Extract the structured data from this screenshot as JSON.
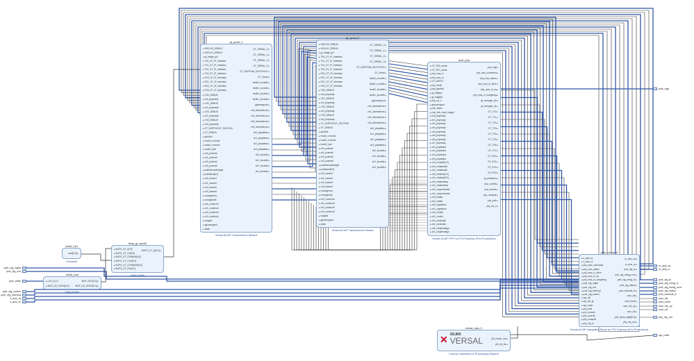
{
  "blocks": {
    "gt_quad_1": {
      "name": "gt_quad_1",
      "caption": "Versal ACAP Transceivers Wizard",
      "left": [
        "HSCLK0_DEBUG",
        "HSCLK1_DEBUG",
        "gt_bridge_ip0",
        "TX0_GT_IP_Interface",
        "TX1_GT_IP_Interface",
        "TX2_GT_IP_Interface",
        "TX3_GT_IP_Interface",
        "RX0_GT_IP_Interface",
        "RX1_GT_IP_Interface",
        "RX2_GT_IP_Interface",
        "RX3_GT_IP_Interface",
        "CH0_DEBUG",
        "ch0_phyready",
        "CH1_DEBUG",
        "ch1_phyready",
        "CH2_DEBUG",
        "ch2_phyready",
        "CH3_DEBUG",
        "ch3_phyready",
        "GT_NORTHOUT_SOUTHIN",
        "GT_DEBUG",
        "apb3clk",
        "hsclk0_rxrecclk",
        "hsclk1_rxrecclk",
        "hsclk0_lcpll",
        "ch0_pcierstb",
        "ch1_pcierstb",
        "ch2_pcierstb",
        "ch3_pcierstb",
        "pcielinkreachtarget",
        "pcieltssm[5:0]",
        "ch0_iloreset",
        "ch1_iloreset",
        "ch2_iloreset",
        "ch3_iloreset",
        "rxmarginreq",
        "rxmarginrclk",
        "ch0_rxcdrhold",
        "ch1_rxcdrhold",
        "ch2_rxcdrhold",
        "ch3_rxcdrhold",
        "bufgtrst",
        "gtpowergood",
        "altclk"
      ],
      "right": [
        "GT_SERIAL_0",
        "GT_SERIAL_1",
        "GT_SERIAL_2",
        "GT_SERIAL_3",
        "GT_NORTHIN_SOUTHOUT",
        "GT_Serial",
        "hsclk0_rxoutclk",
        "hsclk1_rxoutclk",
        "hsclk0_txoutclk",
        "hsclk1_txoutclk",
        "gtpowergood",
        "ch0_iloresetdone",
        "ch1_iloresetdone",
        "ch2_iloresetdone",
        "ch3_iloresetdone",
        "ch0_phystatus",
        "ch1_phystatus",
        "ch2_phystatus",
        "ch3_phystatus",
        "ch0_txoutclk",
        "ch1_txoutclk",
        "ch2_txoutclk",
        "ch3_txoutclk"
      ]
    },
    "gt_quad_0": {
      "name": "gt_quad_0",
      "caption": "Versal ACAP Transceivers Wizard",
      "left": [
        "HSCLK0_DEBUG",
        "HSCLK1_DEBUG",
        "gt_bridge_ip0",
        "TX0_GT_IP_Interface",
        "TX1_GT_IP_Interface",
        "TX2_GT_IP_Interface",
        "TX3_GT_IP_Interface",
        "RX0_GT_IP_Interface",
        "RX1_GT_IP_Interface",
        "RX2_GT_IP_Interface",
        "RX3_GT_IP_Interface",
        "CH0_DEBUG",
        "ch0_phyready",
        "CH1_DEBUG",
        "ch1_phyready",
        "CH2_DEBUG",
        "ch2_phyready",
        "CH3_DEBUG",
        "ch3_phyready",
        "GT_NORTHOUT_SOUTHIN",
        "GT_DEBUG",
        "apb3clk",
        "hsclk0_rxrecclk",
        "hsclk1_rxrecclk",
        "hsclk0_lcpll",
        "ch0_pcierstb",
        "ch1_pcierstb",
        "ch2_pcierstb",
        "ch3_pcierstb",
        "pcielinkreachtarget",
        "pcieltssm[5:0]",
        "ch0_iloreset",
        "ch1_iloreset",
        "ch2_iloreset",
        "ch3_iloreset",
        "rxmarginreq",
        "rxmarginrclk",
        "ch0_rxcdrhold",
        "ch1_rxcdrhold",
        "ch2_rxcdrhold",
        "ch3_rxcdrhold",
        "bufgtrst",
        "gtpowergood",
        "altclk"
      ],
      "right": [
        "GT_SERIAL_0",
        "GT_SERIAL_1",
        "GT_SERIAL_2",
        "GT_SERIAL_3",
        "GT_NORTHIN_SOUTHOUT",
        "GT_Serial",
        "hsclk0_rxoutclk",
        "hsclk1_rxoutclk",
        "hsclk0_txoutclk",
        "hsclk1_txoutclk",
        "gtpowergood",
        "ch0_iloresetdone",
        "ch1_iloresetdone",
        "ch2_iloresetdone",
        "ch3_iloresetdone",
        "ch0_phystatus",
        "ch1_phystatus",
        "ch2_phystatus",
        "ch3_phystatus",
        "ch0_txoutclk",
        "ch1_txoutclk",
        "ch2_txoutclk",
        "ch3_txoutclk"
      ]
    },
    "pcie_phy": {
      "name": "pcie_phy",
      "caption": "Versal ACAP PHY for PCI Express (Pre-Production)",
      "left": [
        "GT_RX0_serial",
        "GT_RX1_serial",
        "phy_mac_rx",
        "phy_mac_tx",
        "GT_BUFGT",
        "phy_refclk",
        "phy_gtrefclk",
        "gt_bufgtce",
        "gt_bufgtdiv",
        "phy_rst_n",
        "gtpowergood",
        "pcie_ltssm",
        "pcie_link_reach_target",
        "ch0_phyready",
        "ch1_phyready",
        "ch2_phyready",
        "ch3_phyready",
        "ch4_phyready",
        "ch5_phyready",
        "ch6_phyready",
        "ch7_phyready",
        "ch0_phystatus",
        "ch1_phystatus",
        "ch2_phystatus",
        "ch3_phystatus",
        "ch0_rxoutclk[1:0]",
        "ch0_rxdatavalid",
        "ch1_rxdatavalid",
        "ch0_rxstatus[2:0]",
        "ch1_rxstatus[2:0]",
        "ch0_rxstartofseq",
        "ch1_rxstartofseq",
        "ch0_rxsyncheader",
        "ch1_rxsyncheader",
        "ch0_txdata",
        "ch1_txdata",
        "ch0_rxgearbox",
        "ch1_rxgearbox",
        "ch0_rxvalid",
        "ch1_rxvalid",
        "ch0_rxelecidle",
        "ch1_rxelecidle",
        "ch0_rxbyterealign",
        "ch1_rxbyterealign"
      ],
      "right": [
        "pcie_mgt",
        "phy_mac_command",
        "phy_mac_status",
        "phy_mac_tx_drive",
        "phy_mac_tx_eq",
        "phy_mac_rx_margining",
        "gt_rxmargin_q0",
        "gt_rxmargin_q1",
        "GT_TX0",
        "GT_TX1",
        "GT_TX2",
        "GT_TX3",
        "GT_TX4",
        "GT_TX5",
        "GT_TX6",
        "GT_TX7",
        "GT_RX0",
        "GT_RX1",
        "GT_RX2",
        "GT_RX3",
        "gt_pcieltssm",
        "phy_coreclk",
        "phy_userclk",
        "phy_mcapclk",
        "phy_pclk",
        "phy_rst_n"
      ]
    },
    "pcie_versal_0": {
      "name": "pcie_versal_0",
      "caption": "Versal ACAP Integrated Block for PCI Express (Pre-Production)",
      "left": [
        "s_axis_rq",
        "s_axis_cc",
        "phy_mac_command",
        "phy_mac_status",
        "phy_mac_rx_drive",
        "phy_mac_tx_eq",
        "phy_mac_rx_margining",
        "pcie_cfg_mgmt",
        "pcie_cfg_mcl",
        "pcie_cfg_interrupt",
        "pcie_cfg_control",
        "sys_clk",
        "sys_clk_gt",
        "sys_reset",
        "phy_pclk",
        "phy_coreclk",
        "phy_userclk",
        "phy_mcapclk",
        "phy_rdy_in"
      ],
      "right": [
        "m_axis_cq",
        "m_axis_rc",
        "pcie_cfg_fc",
        "pcie_cfg_mesg_rcvd",
        "pcie_cfg_mesg_tx",
        "pcie_cfg_status",
        "pcie_transmit_fc",
        "user_clk",
        "user_reset",
        "user_lnk_up",
        "core_clk",
        "pcie_ltssm_state[5:0]",
        "phy_rdy_out"
      ]
    },
    "bufg_gt_sysclk": {
      "name": "bufg_gt_sysclk",
      "caption": "Utility Buffer",
      "left": [
        "BUFG_GT_I[0:0]",
        "BUFG_GT_CE[0:0]",
        "BUFG_GT_CEMASK[0:0]",
        "BUFG_GT_CLR[0:0]",
        "BUFG_GT_CLRMASK[0:0]",
        "BUFG_GT_DIV[2:0]"
      ],
      "right": [
        "BUFG_GT_O[0:0]"
      ]
    },
    "refclk_ibuf": {
      "name": "refclk_ibuf",
      "caption": "Utility Buffer",
      "left": [
        "CLK_IN_D",
        "IBUF_DS_ODIV2[0:0]"
      ],
      "right": [
        "IBUF_OUT[0:0]",
        "IBUF_DS_ODIV2[0:0]"
      ]
    },
    "const_1b1": {
      "name": "const_1b1",
      "caption": "Constant",
      "left": [],
      "right": [
        "dout[0:0]"
      ]
    },
    "cips": {
      "name": "versal_cips_0",
      "caption": "Control, Interfaces & Processing System",
      "logo_top": "XILINX",
      "logo_main": "VERSAL",
      "left": [],
      "right": [
        "pl0_resetn_out",
        "pl0_ref_clk"
      ]
    }
  },
  "ports": {
    "left": [
      "pcie_cfg_mgmt",
      "pcie_cfg_mcl",
      "pcie_refclk",
      "pcie_cfg_control",
      "pcie_cfg_interrupt",
      "s_axis_rq",
      "s_axis_cc"
    ],
    "right": [
      "pcie_mgt",
      "m_axis_cq",
      "m_axis_rc",
      "pcie_cfg_fc",
      "pcie_cfg_mesg_tx",
      "pcie_cfg_mesg_rcvd",
      "pcie_cfg_status",
      "pcie_transmit_fc",
      "user_clk",
      "user_reset",
      "user_lnk_up",
      "core_clk",
      "phy_rdy_out",
      "sys_reset"
    ]
  },
  "colors": {
    "bus": "#2f55a4",
    "net": "#333333",
    "block_fill": "#eaf3fd",
    "block_border": "#8aa6c8"
  }
}
